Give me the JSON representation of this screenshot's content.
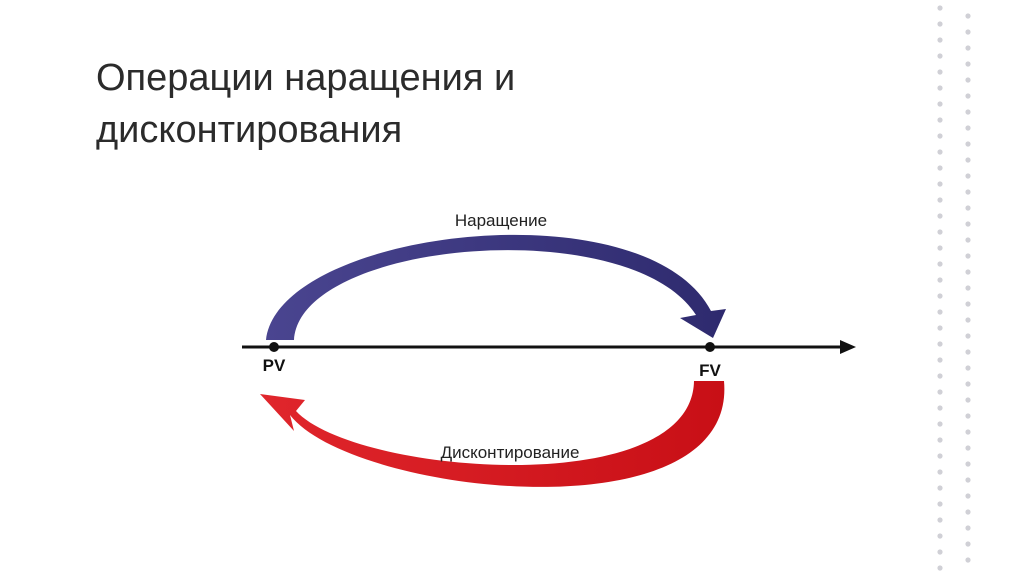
{
  "title": {
    "line1": "Операции наращения и",
    "line2": "дисконтирования"
  },
  "diagram": {
    "top_arrow_label": "Наращение",
    "bottom_arrow_label": "Дисконтирование",
    "left_point_label": "PV",
    "right_point_label": "FV",
    "colors": {
      "top_arrow": "#3d3580",
      "bottom_arrow": "#d8141c",
      "axis": "#111111",
      "dots": "#d0d0d6"
    }
  }
}
